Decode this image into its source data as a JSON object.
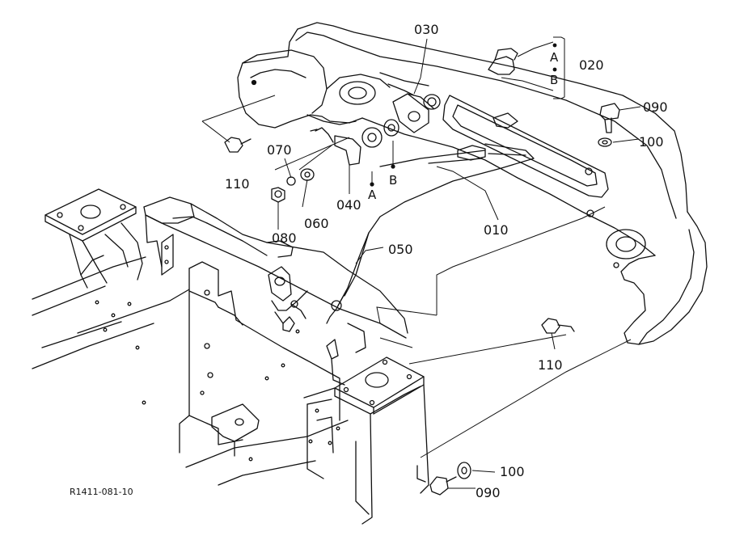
{
  "callouts": {
    "c010": "010",
    "c020": "020",
    "c030": "030",
    "c040": "040",
    "c050": "050",
    "c060": "060",
    "c070": "070",
    "c080": "080",
    "c090a": "090",
    "c090b": "090",
    "c100a": "100",
    "c100b": "100",
    "c110a": "110",
    "c110b": "110"
  },
  "markers": {
    "a_top": "A",
    "b_top": "B",
    "a_bottom": "A",
    "b_bottom": "B"
  },
  "drawing_reference": "R1411-081-10",
  "colors": {
    "ink": "#111111",
    "paper": "#ffffff"
  }
}
